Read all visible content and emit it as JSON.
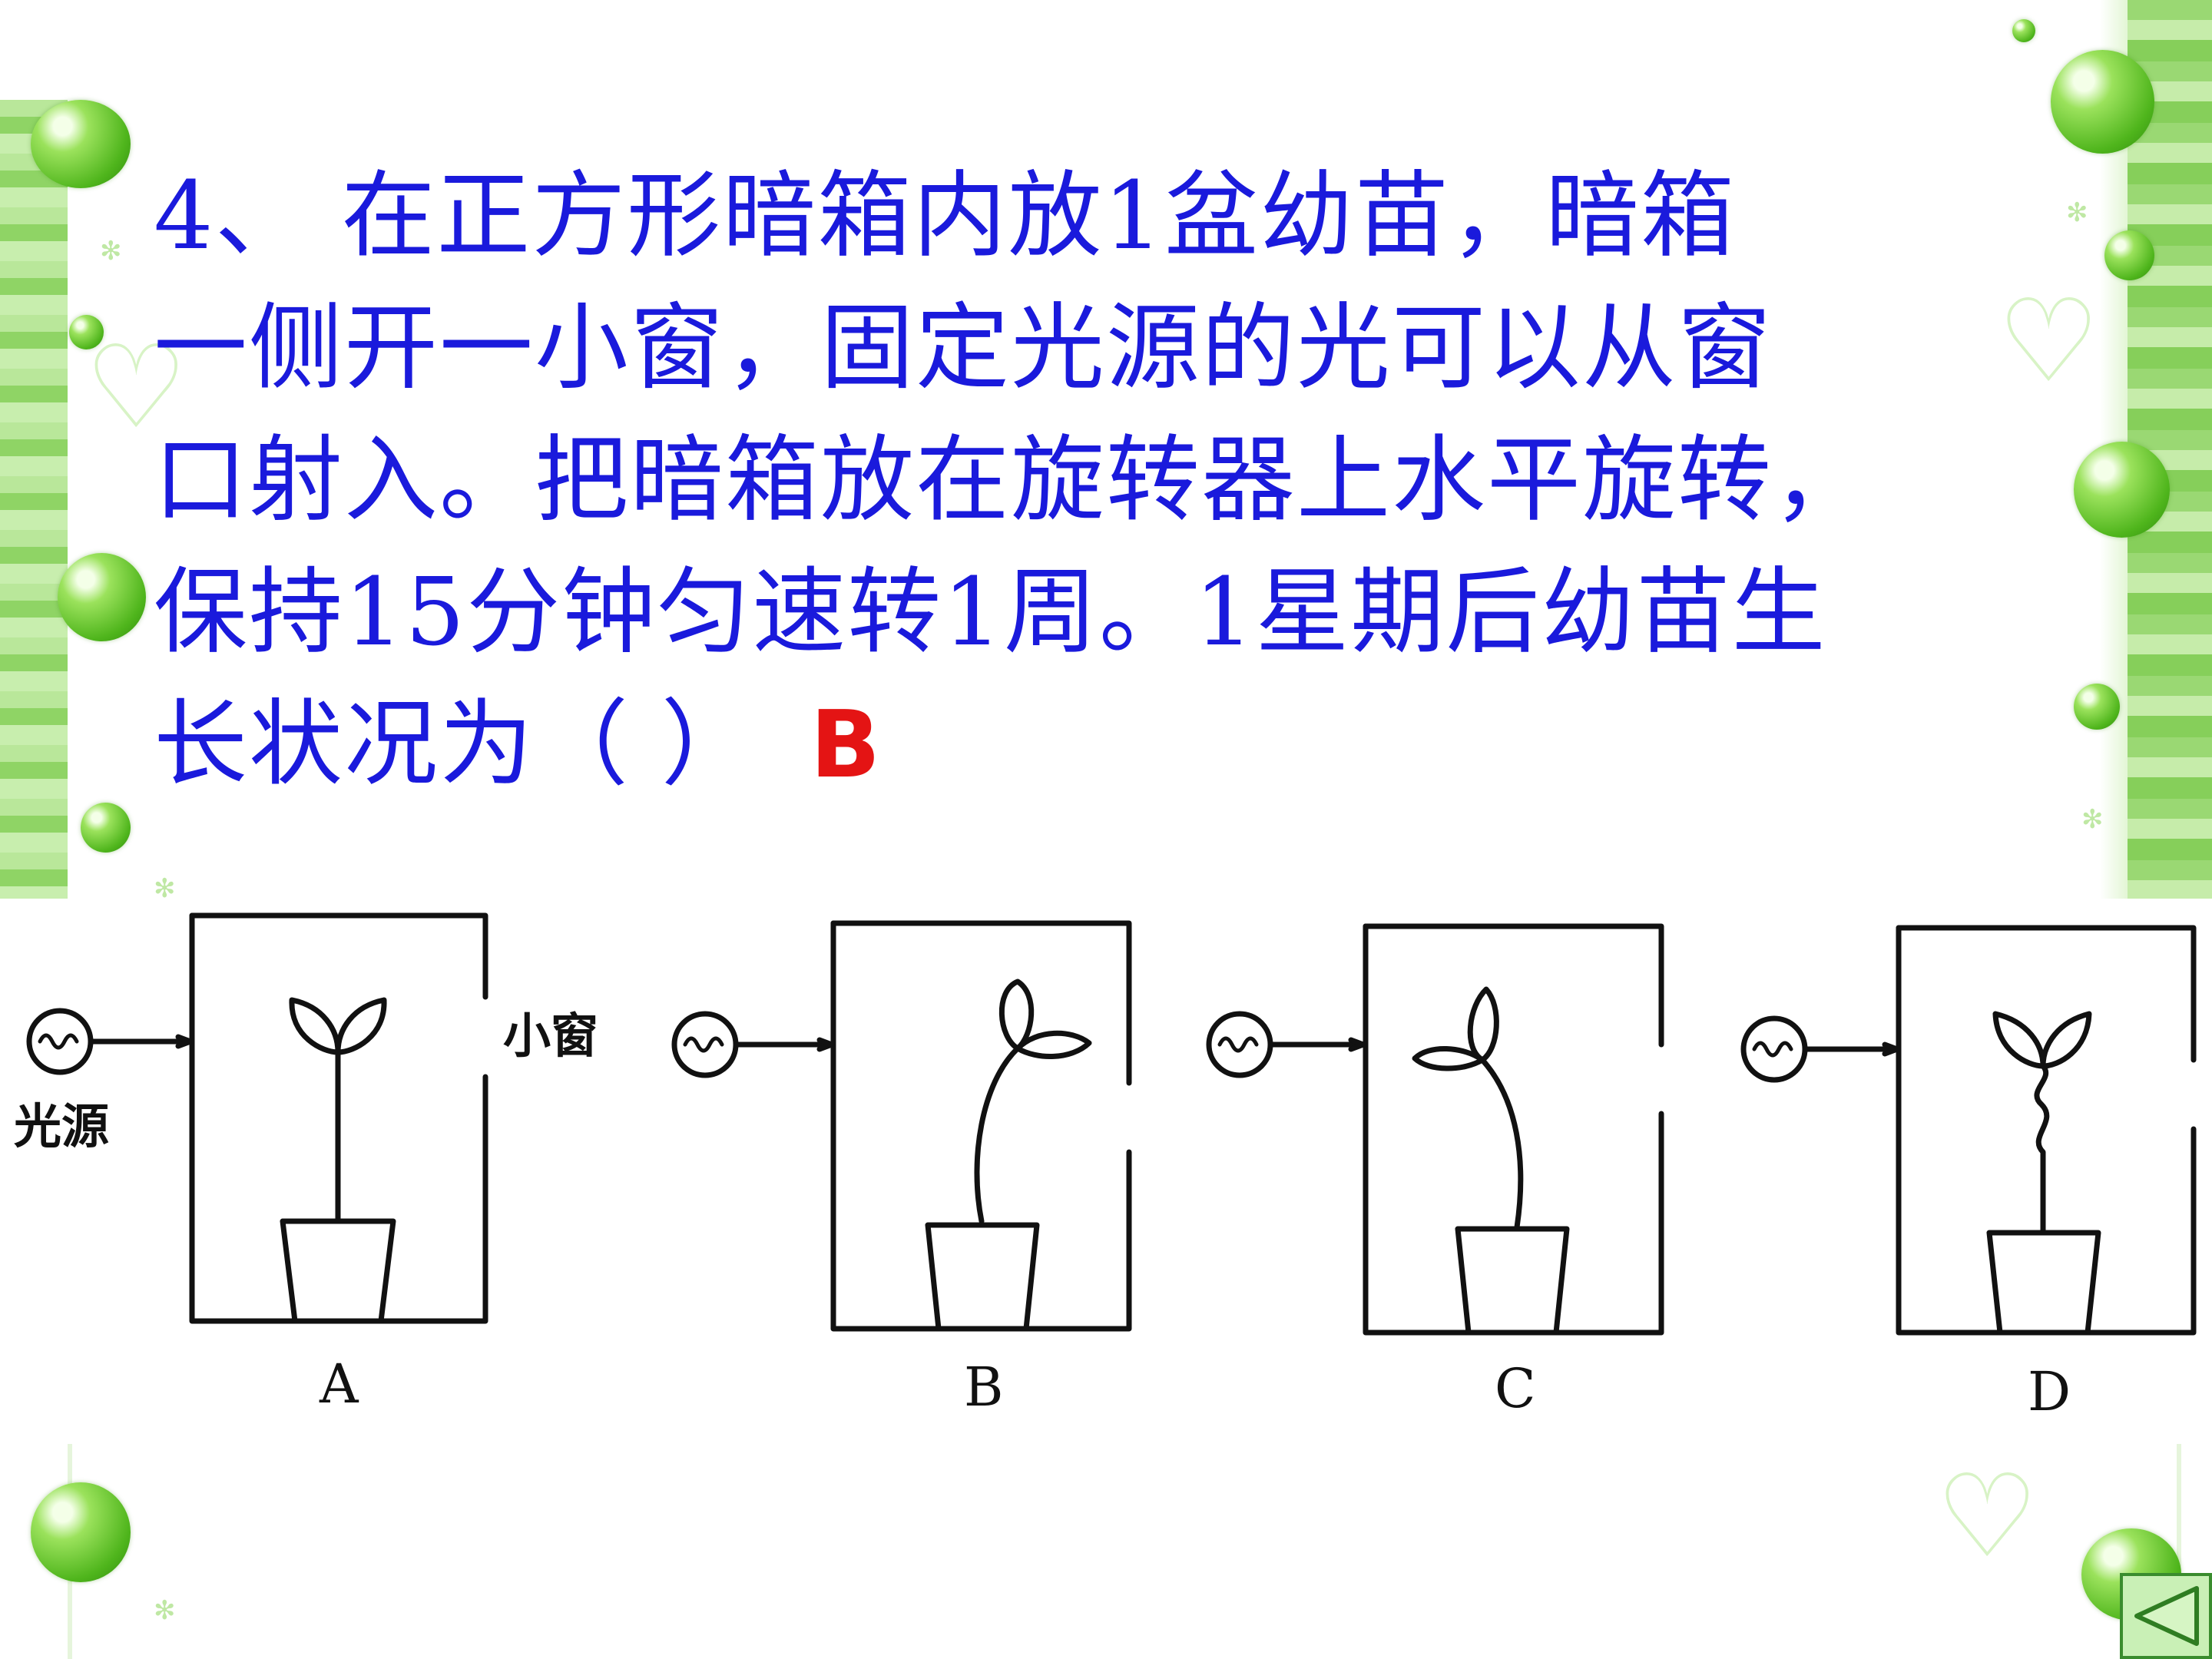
{
  "question": {
    "lines": [
      "4、  在正方形暗箱内放1盆幼苗，暗箱",
      "一侧开一小窗，固定光源的光可以从窗",
      "口射入。把暗箱放在旋转器上水平旋转，",
      "保持15分钟匀速转1周。1星期后幼苗生",
      "长状况为（    ）"
    ],
    "answer": "B"
  },
  "figure": {
    "light_source_label": "光源",
    "window_label": "小窗",
    "option_labels": [
      "A",
      "B",
      "C",
      "D"
    ]
  },
  "colors": {
    "question_text": "#1a1adc",
    "answer_text": "#e41414",
    "border_green": "#8fd465"
  },
  "nav": {
    "back_icon": "triangle-left-icon"
  }
}
